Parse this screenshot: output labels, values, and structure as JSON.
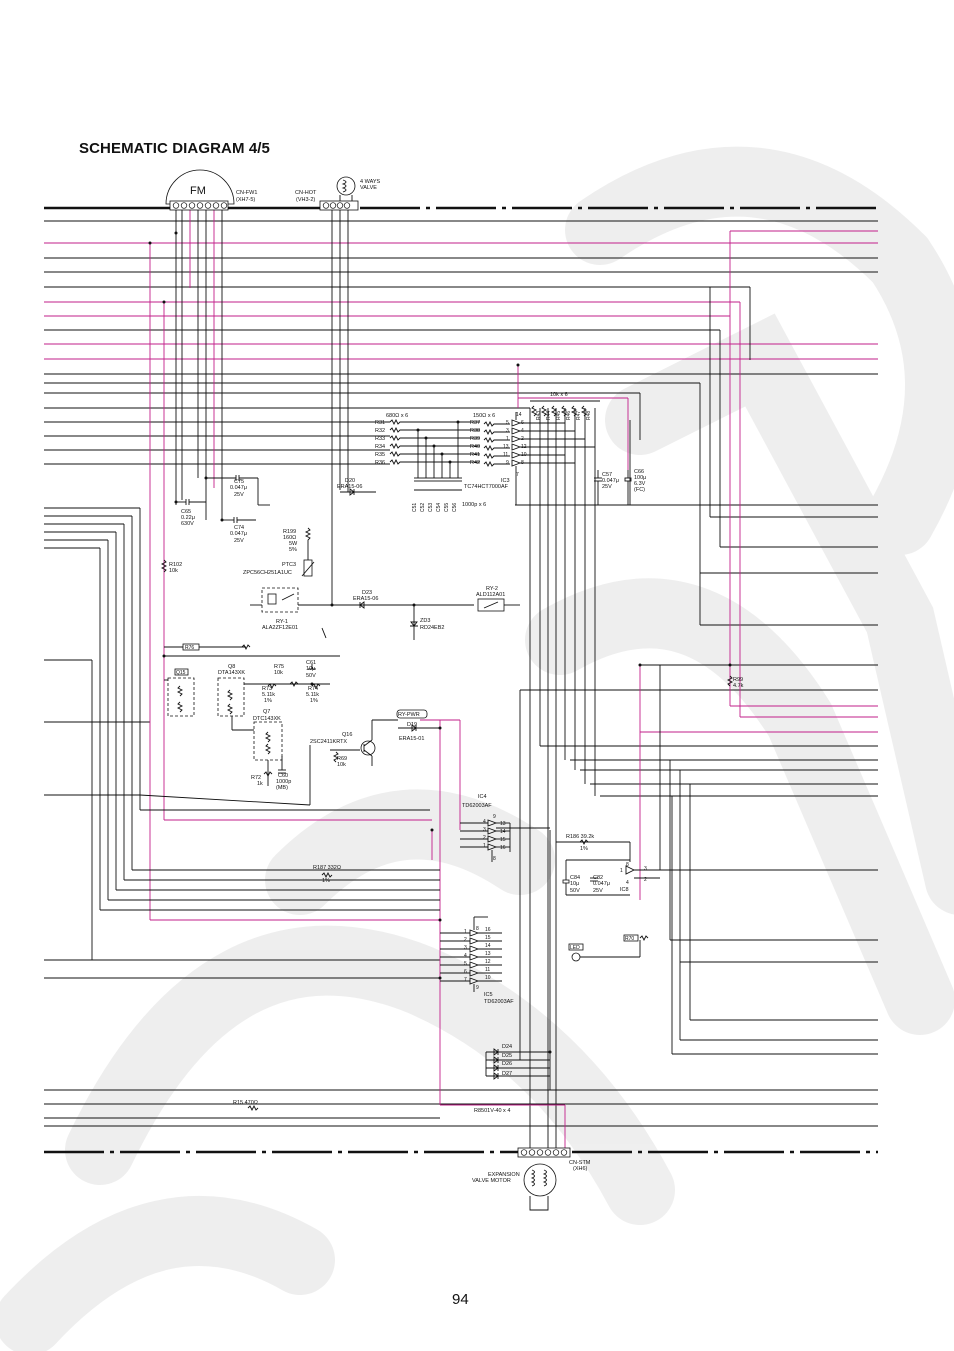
{
  "page": {
    "title": "SCHEMATIC DIAGRAM 4/5",
    "number": "94"
  },
  "colors": {
    "wire": "#111111",
    "highlight_wire": "#c21f8a",
    "watermark": "#ececec"
  },
  "connectors": {
    "fm": "FM",
    "cn_fw1": "CN-FW1",
    "cn_fw1_sub": "(XH7-5)",
    "cn_hot": "CN-HOT",
    "cn_hot_sub": "(VH3-2)",
    "valve_l1": "4 WAYS",
    "valve_l2": "VALVE",
    "cn_stm": "CN-STM",
    "cn_stm_sub": "(XH6)",
    "motor_l1": "EXPANSION",
    "motor_l2": "VALVE MOTOR"
  },
  "resistor_bank_left": {
    "header": "680Ω x 6",
    "labels": [
      "R31",
      "R32",
      "R33",
      "R34",
      "R35",
      "R36"
    ]
  },
  "resistor_bank_right": {
    "header": "150Ω x 6",
    "labels": [
      "R37",
      "R38",
      "R39",
      "R40",
      "R41",
      "R42"
    ]
  },
  "cap_bank": {
    "labels": [
      "C51",
      "C52",
      "C53",
      "C54",
      "C55",
      "C56"
    ],
    "footer": "1000p x 6"
  },
  "res_array": {
    "header": "10k x 6",
    "labels": [
      "R43",
      "R44",
      "R45",
      "R46",
      "R47",
      "R48"
    ]
  },
  "ic3": {
    "pins_left": [
      "5",
      "3",
      "1",
      "13",
      "11",
      "9"
    ],
    "pins_right": [
      "6",
      "4",
      "2",
      "12",
      "10",
      "8"
    ],
    "pin_top": "14",
    "pin_bottom": "7",
    "name": "IC3",
    "part": "TC74HCT7000AF"
  },
  "c57": {
    "l1": "C57",
    "l2": "0.047μ",
    "l3": "25V"
  },
  "c66": {
    "l1": "C66",
    "l2": "100μ",
    "l3": "6.3V",
    "l4": "(FC)"
  },
  "c75": {
    "l1": "C75",
    "l2": "0.047μ",
    "l3": "25V"
  },
  "c65": {
    "l1": "C65",
    "l2": "0.22μ",
    "l3": "630V"
  },
  "c74": {
    "l1": "C74",
    "l2": "0.047μ",
    "l3": "25V"
  },
  "d20": {
    "l1": "D20",
    "l2": "ERA15-06"
  },
  "r199": {
    "l1": "R199",
    "l2": "160Ω",
    "l3": "5W",
    "l4": "5%"
  },
  "ptc3": {
    "l1": "PTC3",
    "l2": "ZPC56CH251A1UC"
  },
  "r102": {
    "l1": "R102",
    "l2": "10k"
  },
  "ry1": {
    "l1": "RY-1",
    "l2": "ALA2ZF12E01"
  },
  "d23": {
    "l1": "D23",
    "l2": "ERA15-06"
  },
  "ry2": {
    "l1": "RY-2",
    "l2": "ALD112A01"
  },
  "zd3": {
    "l1": "ZD3",
    "l2": "RD24EB2"
  },
  "r76": "R76",
  "q8": {
    "l1": "Q8",
    "l2": "DTA143XK"
  },
  "q15": "Q15",
  "r75": {
    "l1": "R75",
    "l2": "10k"
  },
  "c61": {
    "l1": "C61",
    "l2": "10μ",
    "l3": "50V"
  },
  "r73": {
    "l1": "R73",
    "l2": "5.11k",
    "l3": "1%"
  },
  "r74": {
    "l1": "R74",
    "l2": "5.11k",
    "l3": "1%"
  },
  "q7": {
    "l1": "Q7",
    "l2": "DTC143XK"
  },
  "q16": {
    "l1": "Q16",
    "l2": "2SC2411KRTX"
  },
  "ry_pwr": "RY-PWR",
  "d19": {
    "l1": "D19",
    "l2": "ERA15-01"
  },
  "r69": {
    "l1": "R69",
    "l2": "10k"
  },
  "r72": {
    "l1": "R72",
    "l2": "1k"
  },
  "c60": {
    "l1": "C60",
    "l2": "1000p",
    "l3": "(MB)"
  },
  "r99": {
    "l1": "R99",
    "l2": "4.7k"
  },
  "ic4": {
    "name": "IC4",
    "part": "TD62003AF",
    "pins": [
      "4",
      "3",
      "2",
      "1",
      "13",
      "14",
      "15",
      "16",
      "9",
      "8"
    ]
  },
  "r186": {
    "l1": "R186  39.2k",
    "l2": "1%"
  },
  "c84": {
    "l1": "C84",
    "l2": "10μ",
    "l3": "50V"
  },
  "c82": {
    "l1": "C82",
    "l2": "0.047μ",
    "l3": "25V"
  },
  "ic8": {
    "name": "IC8",
    "pins": [
      "8",
      "1",
      "4",
      "3",
      "2"
    ]
  },
  "r187": {
    "l1": "R187  332Ω",
    "l2": "1%"
  },
  "r70": "R70",
  "led": "LED",
  "ic5": {
    "name": "IC5",
    "part": "TD62003AF",
    "pins_left": [
      "1",
      "2",
      "3",
      "4",
      "5",
      "6",
      "7"
    ],
    "pins_right": [
      "16",
      "15",
      "14",
      "13",
      "12",
      "11",
      "10"
    ],
    "pin_top": "8",
    "pin_bottom": "9"
  },
  "diodes": {
    "labels": [
      "D24",
      "D25",
      "D26",
      "D27"
    ]
  },
  "r15": "R15   470Ω",
  "r8501": "R8501V-40 x 4"
}
